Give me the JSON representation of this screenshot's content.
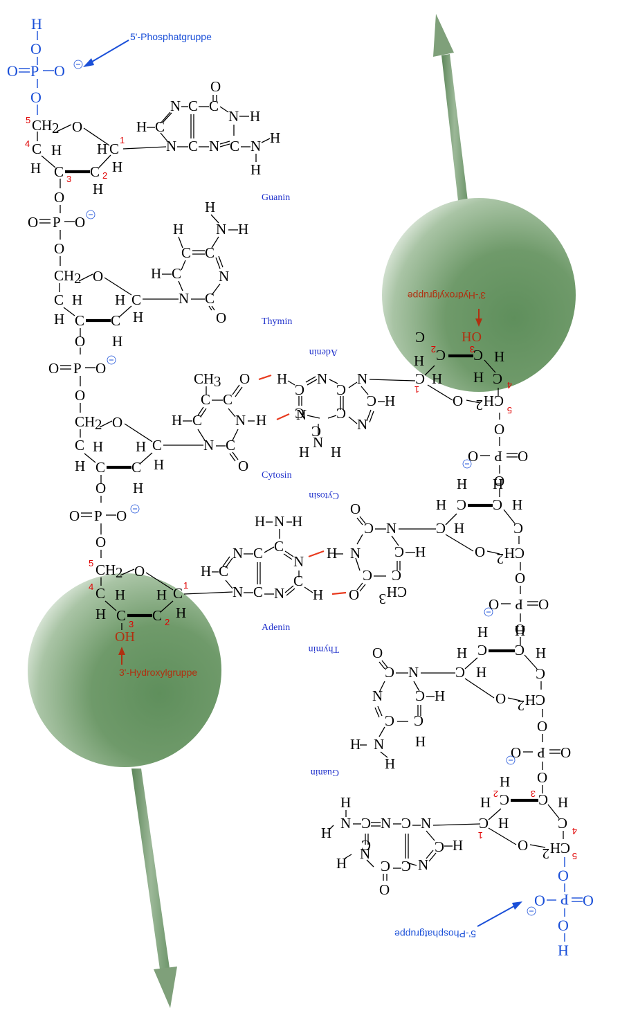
{
  "labels": {
    "phosphate_5": "5'-Phosphatgruppe",
    "hydroxyl_3": "3'-Hydroxylgruppe",
    "oh": "OH"
  },
  "left_strand": {
    "bases": [
      "Guanin",
      "Thymin",
      "Cytosin",
      "Adenin"
    ]
  },
  "right_strand": {
    "bases": [
      "Adenin",
      "Cytosin",
      "Thymin",
      "Guanin"
    ]
  },
  "carbon_numbers": [
    "1",
    "2",
    "3",
    "4",
    "5"
  ],
  "atoms": {
    "C": "C",
    "H": "H",
    "O": "O",
    "N": "N",
    "P": "P",
    "CH2": "CH",
    "sub2": "2",
    "CH3": "CH",
    "sub3": "3"
  },
  "colors": {
    "sphere": "#6f9a6a",
    "arrow": "#7fa07a",
    "phosphate_blue": "#1a4fd8",
    "hydroxyl_red": "#b03010",
    "hbond": "#e83a1e",
    "number_red": "#e00000",
    "base_label": "#2233cc"
  }
}
